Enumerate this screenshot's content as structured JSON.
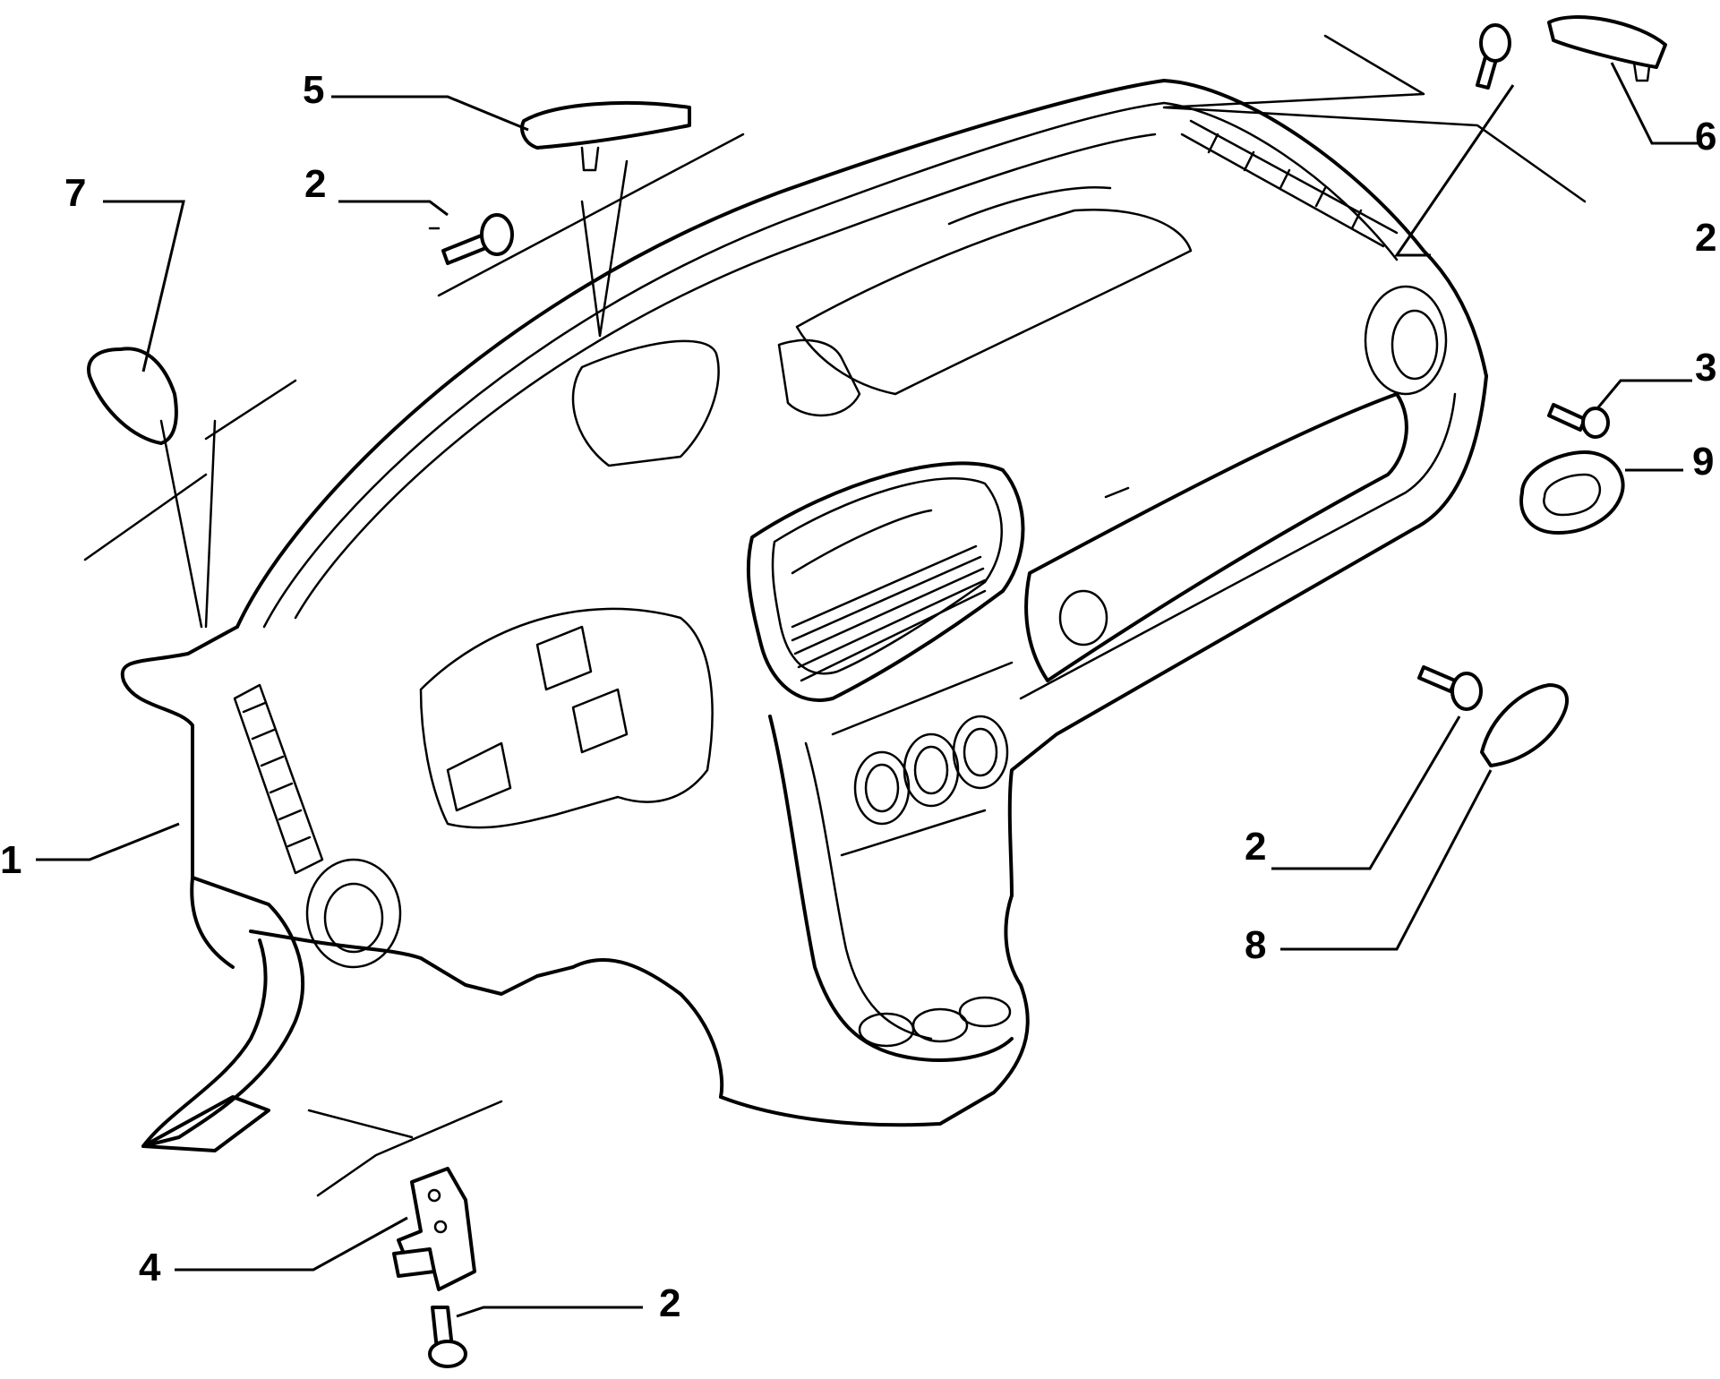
{
  "callouts": [
    {
      "id": "c1",
      "label": "1"
    },
    {
      "id": "c2a",
      "label": "2"
    },
    {
      "id": "c2b",
      "label": "2"
    },
    {
      "id": "c2c",
      "label": "2"
    },
    {
      "id": "c2d",
      "label": "2"
    },
    {
      "id": "c3",
      "label": "3"
    },
    {
      "id": "c4",
      "label": "4"
    },
    {
      "id": "c5",
      "label": "5"
    },
    {
      "id": "c6",
      "label": "6"
    },
    {
      "id": "c7",
      "label": "7"
    },
    {
      "id": "c8",
      "label": "8"
    },
    {
      "id": "c9",
      "label": "9"
    }
  ]
}
